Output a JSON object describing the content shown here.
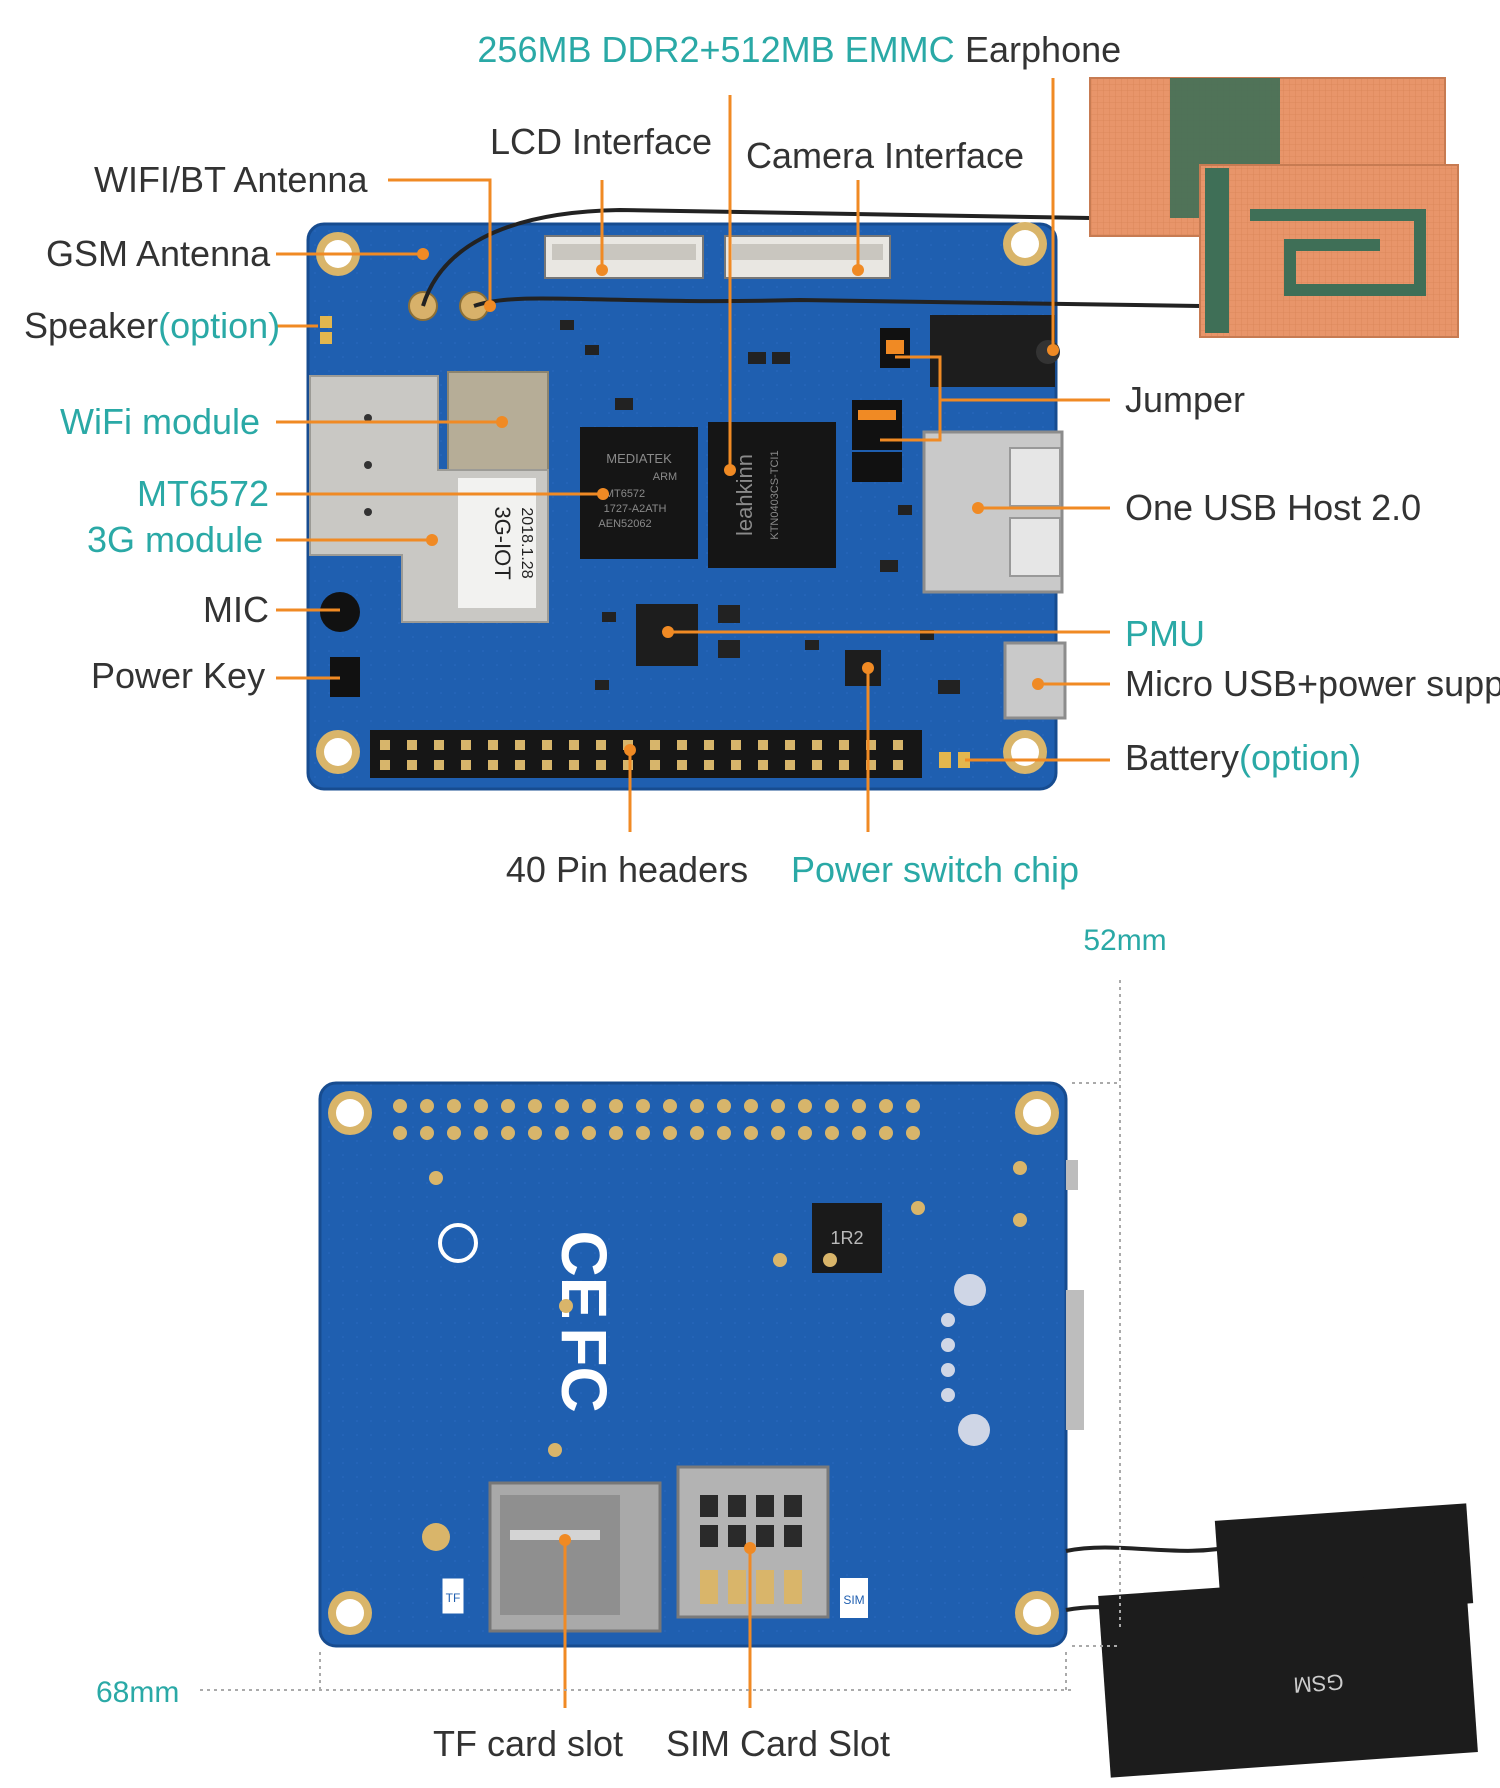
{
  "colors": {
    "leader": "#f08a24",
    "accent": "#2aa9a6",
    "text": "#333333",
    "board": "#1f5fb0",
    "board_dark": "#174c90",
    "antenna_copper": "#e8956a",
    "antenna_black": "#1c1c1c"
  },
  "front_labels": {
    "ram": "256MB DDR2+512MB EMMC",
    "earphone": "Earphone",
    "lcd": "LCD Interface",
    "camera": "Camera Interface",
    "wifi_bt_antenna": "WIFI/BT Antenna",
    "gsm_antenna": "GSM Antenna",
    "speaker": "Speaker",
    "speaker_option": "(option)",
    "wifi_module": "WiFi module",
    "mt6572": "MT6572",
    "g3_module": "3G module",
    "mic": "MIC",
    "power_key": "Power Key",
    "jumper": "Jumper",
    "usb_host": "One USB Host 2.0",
    "pmu": "PMU",
    "micro_usb": "Micro USB+power supply",
    "battery": "Battery",
    "battery_option": "(option)",
    "pin_headers": "40 Pin headers",
    "power_switch": "Power switch chip"
  },
  "back_labels": {
    "width_dim": "52mm",
    "height_dim": "68mm",
    "tf_slot": "TF card slot",
    "sim_slot": "SIM Card Slot"
  },
  "board_markings": {
    "mediatek": "MEDIATEK",
    "arm": "ARM",
    "chip_code": "MT6572",
    "date_code": "1727-A2ATH",
    "lot": "AEN52062",
    "memory_brand": "leahkinn",
    "memory_part": "KTN0403CS-TCI1",
    "module_name": "3G-IOT",
    "module_date": "2018.1.28",
    "gsm_tag": "GSM",
    "inductor": "1R2",
    "tf_tag": "TF",
    "sim_tag": "SIM"
  }
}
